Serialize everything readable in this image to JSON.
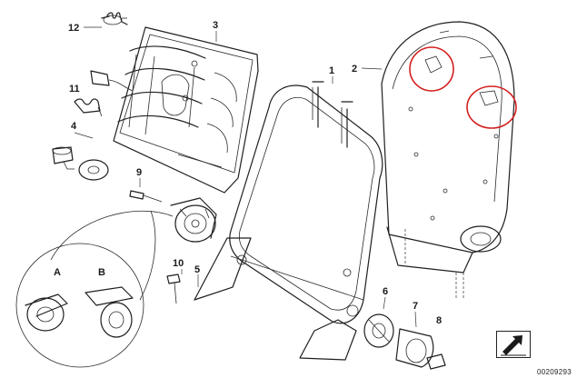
{
  "diagram": {
    "callouts": {
      "c1": "1",
      "c2": "2",
      "c3": "3",
      "c4": "4",
      "c5": "5",
      "c6": "6",
      "c7": "7",
      "c8": "8",
      "c9": "9",
      "c10": "10",
      "c11": "11",
      "c12": "12",
      "cA": "A",
      "cB": "B"
    },
    "highlight_color": "#d42020",
    "footer_id": "00209293"
  }
}
